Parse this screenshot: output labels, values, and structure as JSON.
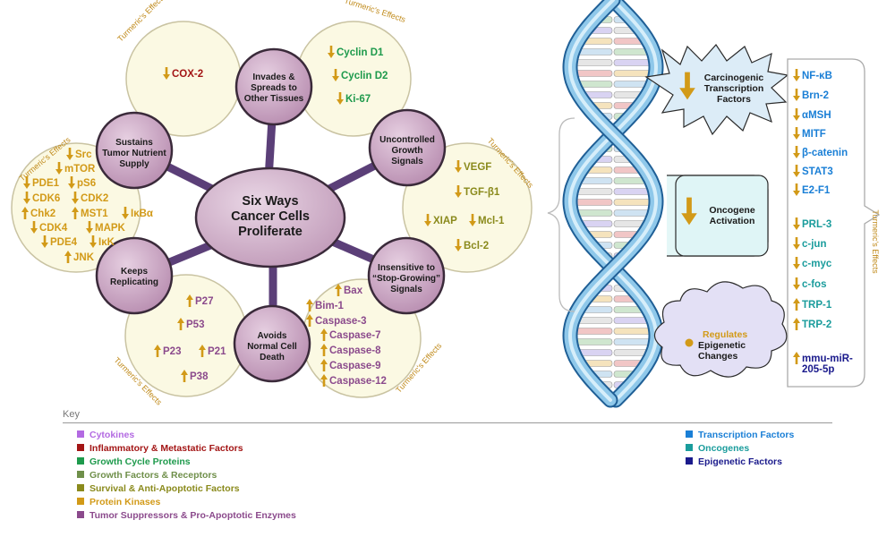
{
  "effects_label": "Turmeric's Effects",
  "center_title": [
    "Six Ways",
    "Cancer Cells",
    "Proliferate"
  ],
  "hallmarks": {
    "invades": [
      "Invades &",
      "Spreads to",
      "Other Tissues"
    ],
    "uncontrolled": [
      "Uncontrolled",
      "Growth",
      "Signals"
    ],
    "insensitive": [
      "Insensitive to",
      "“Stop-Growing”",
      "Signals"
    ],
    "avoids": [
      "Avoids",
      "Normal Cell",
      "Death"
    ],
    "keeps": [
      "Keeps",
      "Replicating"
    ],
    "sustains": [
      "Sustains",
      "Tumor Nutrient",
      "Supply"
    ]
  },
  "effects": {
    "invades_left": [
      {
        "dir": "down",
        "text": "COX-2",
        "color": "#a31515"
      }
    ],
    "invades_right": [
      {
        "dir": "down",
        "text": "Cyclin D1",
        "color": "#1e9a4c"
      },
      {
        "dir": "down",
        "text": "Cyclin D2",
        "color": "#1e9a4c"
      },
      {
        "dir": "down",
        "text": "Ki-67",
        "color": "#1e9a4c"
      }
    ],
    "growth": [
      {
        "dir": "down",
        "text": "VEGF",
        "color": "#8a8a1c"
      },
      {
        "dir": "down",
        "text": "TGF-β1",
        "color": "#8a8a1c"
      },
      {
        "dir": "down",
        "text": "XIAP",
        "color": "#8a8a1c"
      },
      {
        "dir": "down",
        "text": "Mcl-1",
        "color": "#8a8a1c"
      },
      {
        "dir": "down",
        "text": "Bcl-2",
        "color": "#8a8a1c"
      }
    ],
    "death": [
      {
        "dir": "up",
        "text": "Bax",
        "color": "#8b4a8c"
      },
      {
        "dir": "up",
        "text": "Bim-1",
        "color": "#8b4a8c"
      },
      {
        "dir": "up",
        "text": "Caspase-3",
        "color": "#8b4a8c"
      },
      {
        "dir": "up",
        "text": "Caspase-7",
        "color": "#8b4a8c"
      },
      {
        "dir": "up",
        "text": "Caspase-8",
        "color": "#8b4a8c"
      },
      {
        "dir": "up",
        "text": "Caspase-9",
        "color": "#8b4a8c"
      },
      {
        "dir": "up",
        "text": "Caspase-12",
        "color": "#8b4a8c"
      }
    ],
    "replicating": [
      {
        "dir": "up",
        "text": "P27",
        "color": "#8b4a8c"
      },
      {
        "dir": "up",
        "text": "P53",
        "color": "#8b4a8c"
      },
      {
        "dir": "up",
        "text": "P23",
        "color": "#8b4a8c"
      },
      {
        "dir": "up",
        "text": "P21",
        "color": "#8b4a8c"
      },
      {
        "dir": "up",
        "text": "P38",
        "color": "#8b4a8c"
      }
    ],
    "kinases": [
      {
        "dir": "down",
        "text": "Src",
        "color": "#d29a18"
      },
      {
        "dir": "down",
        "text": "mTOR",
        "color": "#d29a18"
      },
      {
        "dir": "down",
        "text": "PDE1",
        "color": "#d29a18"
      },
      {
        "dir": "down",
        "text": "pS6",
        "color": "#d29a18"
      },
      {
        "dir": "down",
        "text": "CDK6",
        "color": "#d29a18"
      },
      {
        "dir": "down",
        "text": "CDK2",
        "color": "#d29a18"
      },
      {
        "dir": "up",
        "text": "Chk2",
        "color": "#d29a18"
      },
      {
        "dir": "up",
        "text": "MST1",
        "color": "#d29a18"
      },
      {
        "dir": "down",
        "text": "IκBα",
        "color": "#d29a18"
      },
      {
        "dir": "down",
        "text": "CDK4",
        "color": "#d29a18"
      },
      {
        "dir": "down",
        "text": "MAPK",
        "color": "#d29a18"
      },
      {
        "dir": "down",
        "text": "PDE4",
        "color": "#d29a18"
      },
      {
        "dir": "down",
        "text": "IκK",
        "color": "#d29a18"
      },
      {
        "dir": "up",
        "text": "JNK",
        "color": "#d29a18"
      }
    ]
  },
  "right_panel": {
    "carcinogenic": [
      "Carcinogenic",
      "Transcription",
      "Factors"
    ],
    "oncogene": [
      "Oncogene",
      "Activation"
    ],
    "epigenetic": [
      "Regulates",
      "Epigenetic",
      "Changes"
    ],
    "items": [
      {
        "dir": "down",
        "text": "NF-κB",
        "color": "#1a7fd6"
      },
      {
        "dir": "down",
        "text": "Brn-2",
        "color": "#1a7fd6"
      },
      {
        "dir": "down",
        "text": "αMSH",
        "color": "#1a7fd6"
      },
      {
        "dir": "down",
        "text": "MITF",
        "color": "#1a7fd6"
      },
      {
        "dir": "down",
        "text": "β-catenin",
        "color": "#1a7fd6"
      },
      {
        "dir": "down",
        "text": "STAT3",
        "color": "#1a7fd6"
      },
      {
        "dir": "down",
        "text": "E2-F1",
        "color": "#1a7fd6"
      },
      {
        "dir": "down",
        "text": "PRL-3",
        "color": "#1a9c9c"
      },
      {
        "dir": "down",
        "text": "c-jun",
        "color": "#1a9c9c"
      },
      {
        "dir": "down",
        "text": "c-myc",
        "color": "#1a9c9c"
      },
      {
        "dir": "down",
        "text": "c-fos",
        "color": "#1a9c9c"
      },
      {
        "dir": "up",
        "text": "TRP-1",
        "color": "#1a9c9c"
      },
      {
        "dir": "up",
        "text": "TRP-2",
        "color": "#1a9c9c"
      },
      {
        "dir": "up",
        "text": "mmu-miR-",
        "color": "#1a1a8c"
      }
    ],
    "last_line2": "205-5p"
  },
  "key": {
    "title": "Key",
    "left": [
      {
        "label": "Cytokines",
        "color": "#b36ae2"
      },
      {
        "label": "Inflammatory & Metastatic Factors",
        "color": "#a31515"
      },
      {
        "label": "Growth Cycle Proteins",
        "color": "#1e9a4c"
      },
      {
        "label": "Growth Factors & Receptors",
        "color": "#6f8f4a"
      },
      {
        "label": "Survival & Anti-Apoptotic Factors",
        "color": "#8a8a1c"
      },
      {
        "label": "Protein Kinases",
        "color": "#d29a18"
      },
      {
        "label": "Tumor Suppressors & Pro-Apoptotic Enzymes",
        "color": "#8b4a8c"
      }
    ],
    "right": [
      {
        "label": "Transcription Factors",
        "color": "#1a7fd6"
      },
      {
        "label": "Oncogenes",
        "color": "#1a9c9c"
      },
      {
        "label": "Epigenetic Factors",
        "color": "#1a1a8c"
      }
    ]
  },
  "colors": {
    "effect_fill": "#fbf9e3",
    "effect_stroke": "#c9c3a2",
    "hallmark_fill": "#c9a3c2",
    "spoke": "#5b3f78",
    "arrow": "#d29a18",
    "dna_strand": "#8fc8ea",
    "dna_strand_dark": "#2e7fc1"
  }
}
